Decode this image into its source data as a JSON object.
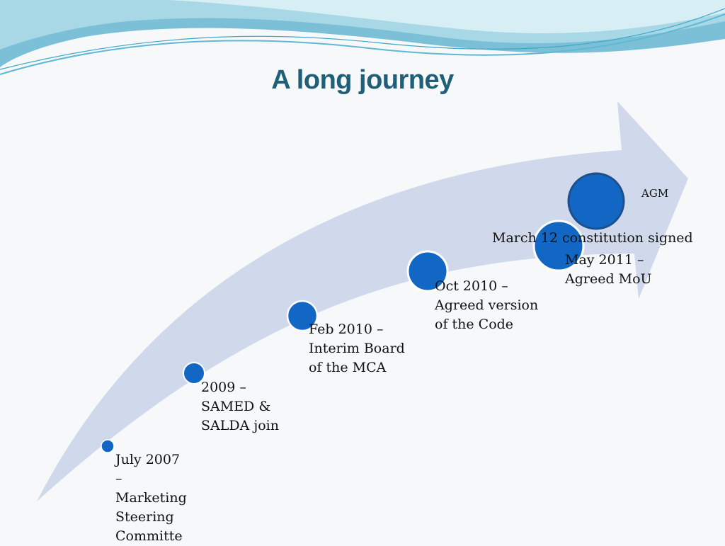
{
  "slide": {
    "title": "A long journey"
  },
  "milestones": [
    {
      "label": "July 2007\n–\nMarketing\nSteering\nCommitte"
    },
    {
      "label": "2009 –\nSAMED &\nSALDA join"
    },
    {
      "label": "Feb 2010 –\nInterim Board\nof the MCA"
    },
    {
      "label": "Oct 2010 –\nAgreed version\nof the Code"
    },
    {
      "label": "May 2011 –\nAgreed MoU"
    },
    {
      "label": "March 12 constitution signed"
    },
    {
      "label": "AGM"
    }
  ],
  "colors": {
    "arrow": "#cdd6ea",
    "circle": "#1266c4",
    "title": "#1f5f7a",
    "wave": "#5fb9d4"
  }
}
